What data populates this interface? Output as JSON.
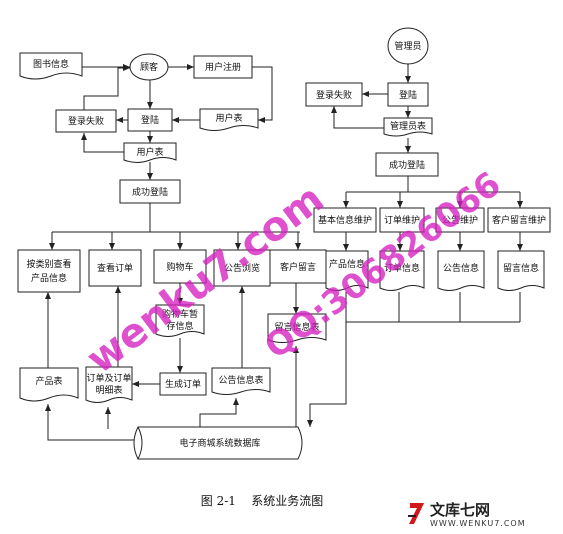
{
  "nodes": {
    "book_info": "图书信息",
    "visitor": "顾客",
    "user_register": "用户注册",
    "login_fail_left": "登录失败",
    "login_left": "登陆",
    "user_table_right": "用户表",
    "user_table_mid": "用户表",
    "login_success_left": "成功登陆",
    "browse_by_category_1": "按类别查看",
    "browse_by_category_2": "产品信息",
    "view_orders": "查看订单",
    "cart": "购物车",
    "announce_browse": "公告浏览",
    "customer_message": "客户留言",
    "cart_temp_1": "购物车暂",
    "cart_temp_2": "存信息",
    "message_table": "留言信息表",
    "product_table": "产品表",
    "order_detail_1": "订单及订单",
    "order_detail_2": "明细表",
    "generate_order": "生成订单",
    "announce_table": "公告信息表",
    "database": "电子商城系统数据库",
    "admin": "管理员",
    "admin_login_fail": "登录失败",
    "admin_login": "登陆",
    "admin_table": "管理员表",
    "admin_success": "成功登陆",
    "basic_info_maint": "基本信息维护",
    "order_maint": "订单维护",
    "announce_maint": "公告维护",
    "customer_msg_maint": "客户留言维护",
    "product_info": "产品信息",
    "order_info": "订单信息",
    "announce_info": "公告信息",
    "message_info": "留言信息"
  },
  "caption": "图 2-1    系统业务流图",
  "watermark": {
    "text1": "wenku7.com",
    "text2": "QQ:306826066",
    "color": "#d51fbf"
  },
  "logo": {
    "text": "文库七网",
    "url": "WWW.WENKU7.COM"
  }
}
